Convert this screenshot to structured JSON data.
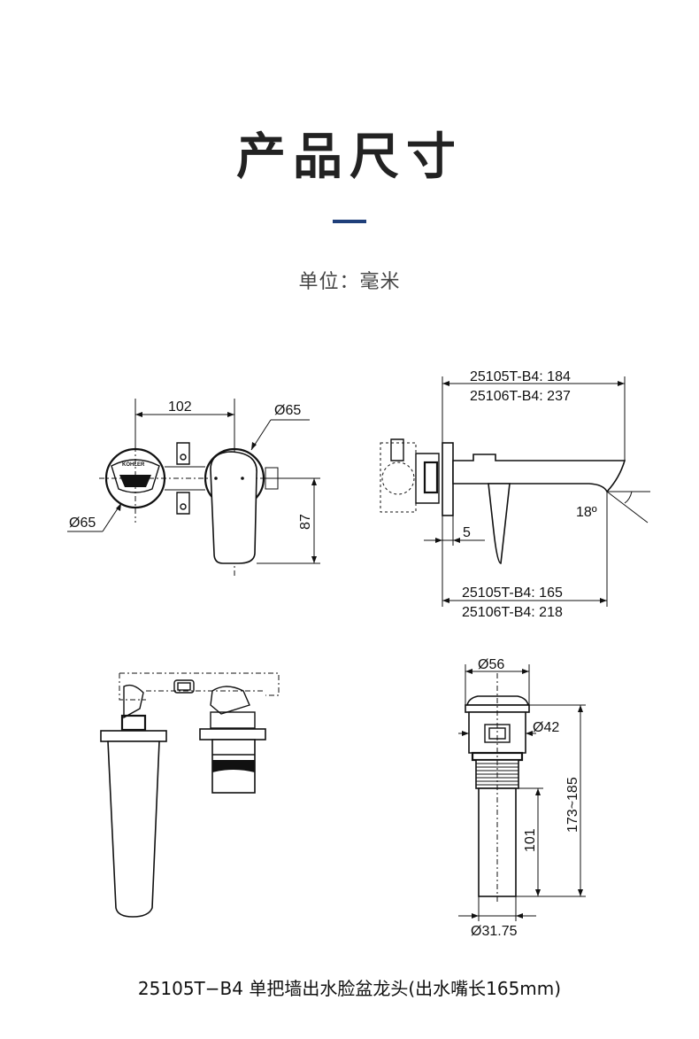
{
  "header": {
    "title": "产品尺寸",
    "unit": "单位：毫米"
  },
  "front_view": {
    "width": "102",
    "diameter_handle": "Ø65",
    "diameter_plate": "Ø65",
    "height": "87",
    "brand_mark": "KOHLER"
  },
  "side_view": {
    "top_dim_1": "25105T-B4: 184",
    "top_dim_2": "25106T-B4: 237",
    "angle": "18º",
    "offset": "5",
    "bottom_dim_1": "25105T-B4: 165",
    "bottom_dim_2": "25106T-B4: 218"
  },
  "drain_view": {
    "top_diameter": "Ø56",
    "mid_diameter": "Ø42",
    "total_height": "173~185",
    "tube_height": "101",
    "bottom_diameter": "Ø31.75"
  },
  "caption": "25105T−B4 单把墙出水脸盆龙头(出水嘴长165mm)",
  "colors": {
    "accent_bar": "#1f3f7a",
    "line": "#111111"
  }
}
